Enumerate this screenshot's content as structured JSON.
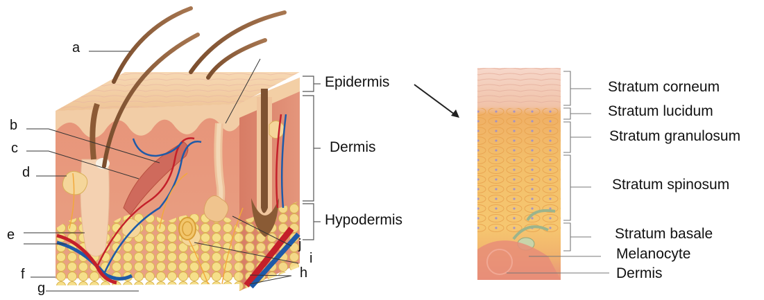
{
  "figure": {
    "letters": {
      "a": "a",
      "b": "b",
      "c": "c",
      "d": "d",
      "e": "e",
      "f": "f",
      "g": "g",
      "h": "h",
      "i": "i",
      "j": "j"
    },
    "skin_layers": {
      "epidermis": "Epidermis",
      "dermis": "Dermis",
      "hypodermis": "Hypodermis"
    },
    "epidermis_layers": {
      "corneum": "Stratum corneum",
      "lucidum": "Stratum lucidum",
      "granulosum": "Stratum granulosum",
      "spinosum": "Stratum spinosum",
      "basale": "Stratum basale",
      "melanocyte": "Melanocyte",
      "dermis": "Dermis"
    }
  }
}
